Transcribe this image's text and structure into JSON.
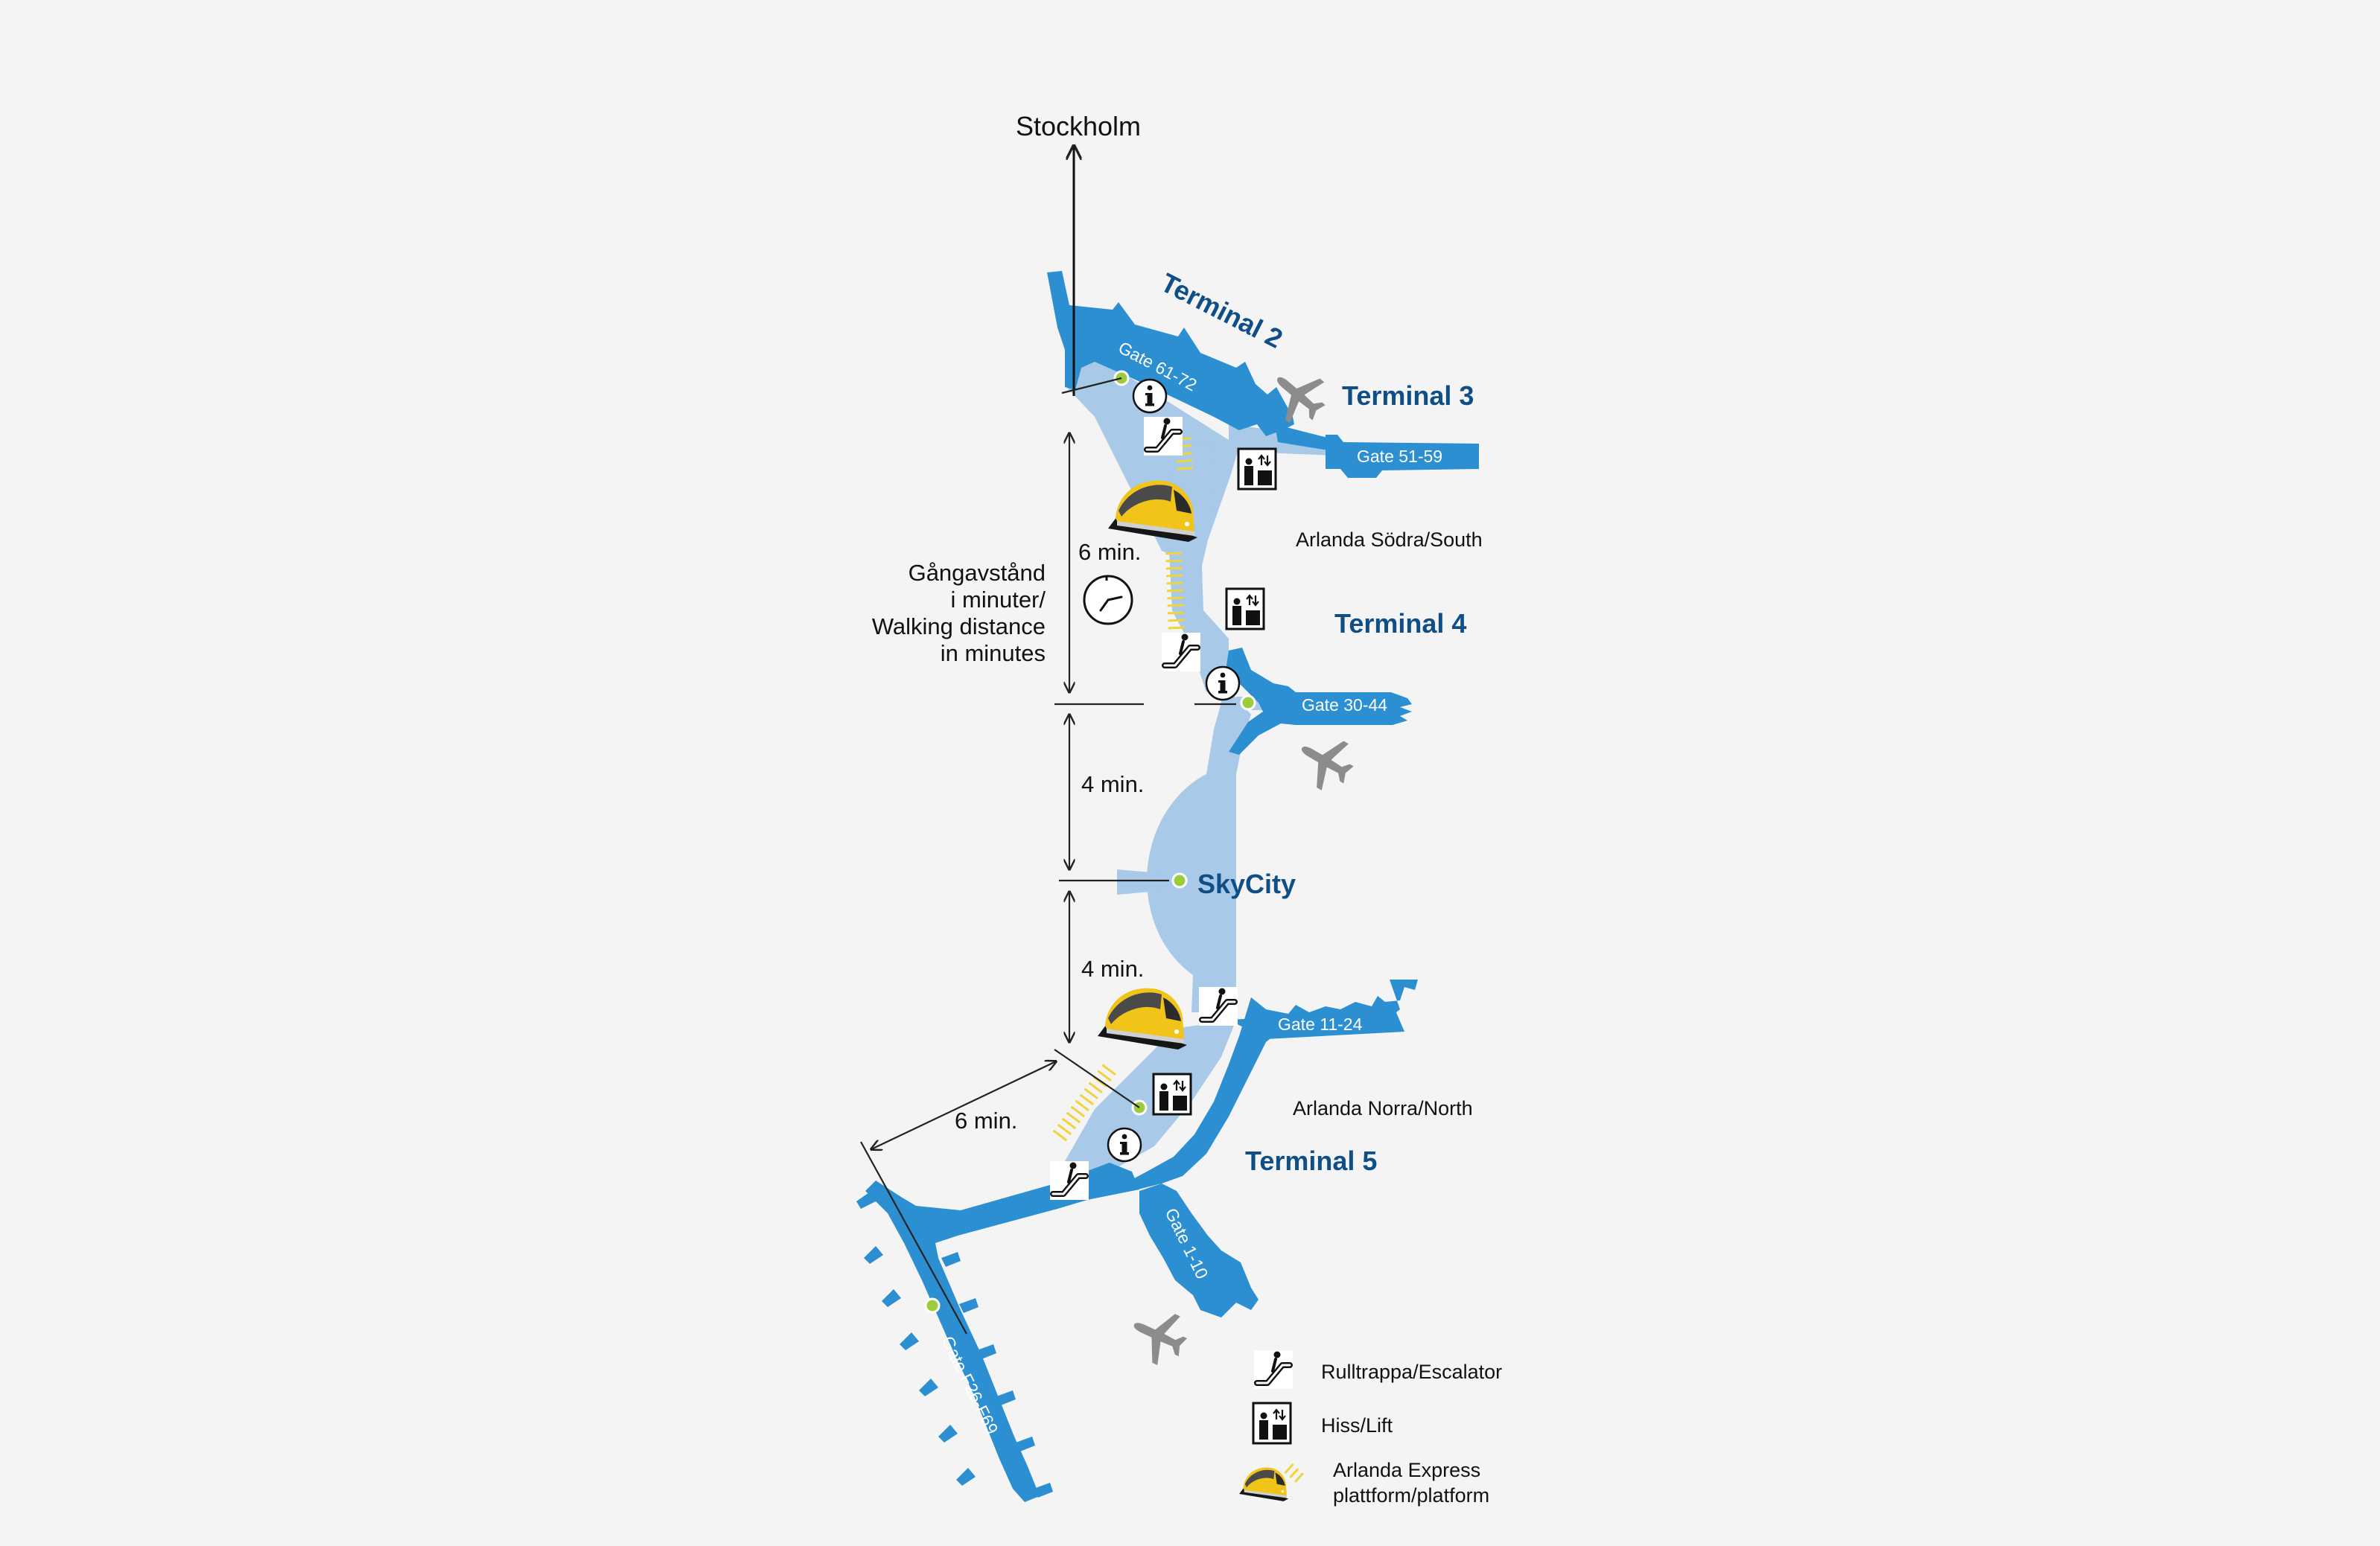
{
  "north_label": "Stockholm",
  "terminals": {
    "t2": "Terminal 2",
    "t3": "Terminal 3",
    "t4": "Terminal 4",
    "t5": "Terminal 5",
    "skycity": "SkyCity"
  },
  "gates": {
    "g61_72": "Gate 61-72",
    "g51_59": "Gate 51-59",
    "g30_44": "Gate 30-44",
    "g11_24": "Gate 11-24",
    "g1_10": "Gate 1-10",
    "gF26_F69": "Gate F26-F69"
  },
  "stations": {
    "south": "Arlanda Södra/South",
    "north": "Arlanda Norra/North"
  },
  "walking": {
    "legend_lines": [
      "Gångavstånd",
      "i minuter/",
      "Walking distance",
      "in minutes"
    ],
    "t2_to_t4": "6 min.",
    "t4_to_skycity": "4 min.",
    "skycity_to_t5": "4 min.",
    "t5_to_pier_f": "6 min."
  },
  "legend": {
    "escalator": "Rulltrappa/Escalator",
    "lift": "Hiss/Lift",
    "train_line1": "Arlanda Express",
    "train_line2": "plattform/platform"
  },
  "colors": {
    "terminal_blue": "#2b8fd2",
    "walkway_blue": "#a9c9e8",
    "label_navy": "#0f4f86",
    "node_green": "#9ccb3b",
    "platform_yellow": "#f1d33a",
    "plane_gray": "#8c8c8c"
  },
  "icons": [
    "escalator-icon",
    "lift-icon",
    "info-icon",
    "train-icon",
    "plane-icon",
    "clock-icon"
  ]
}
